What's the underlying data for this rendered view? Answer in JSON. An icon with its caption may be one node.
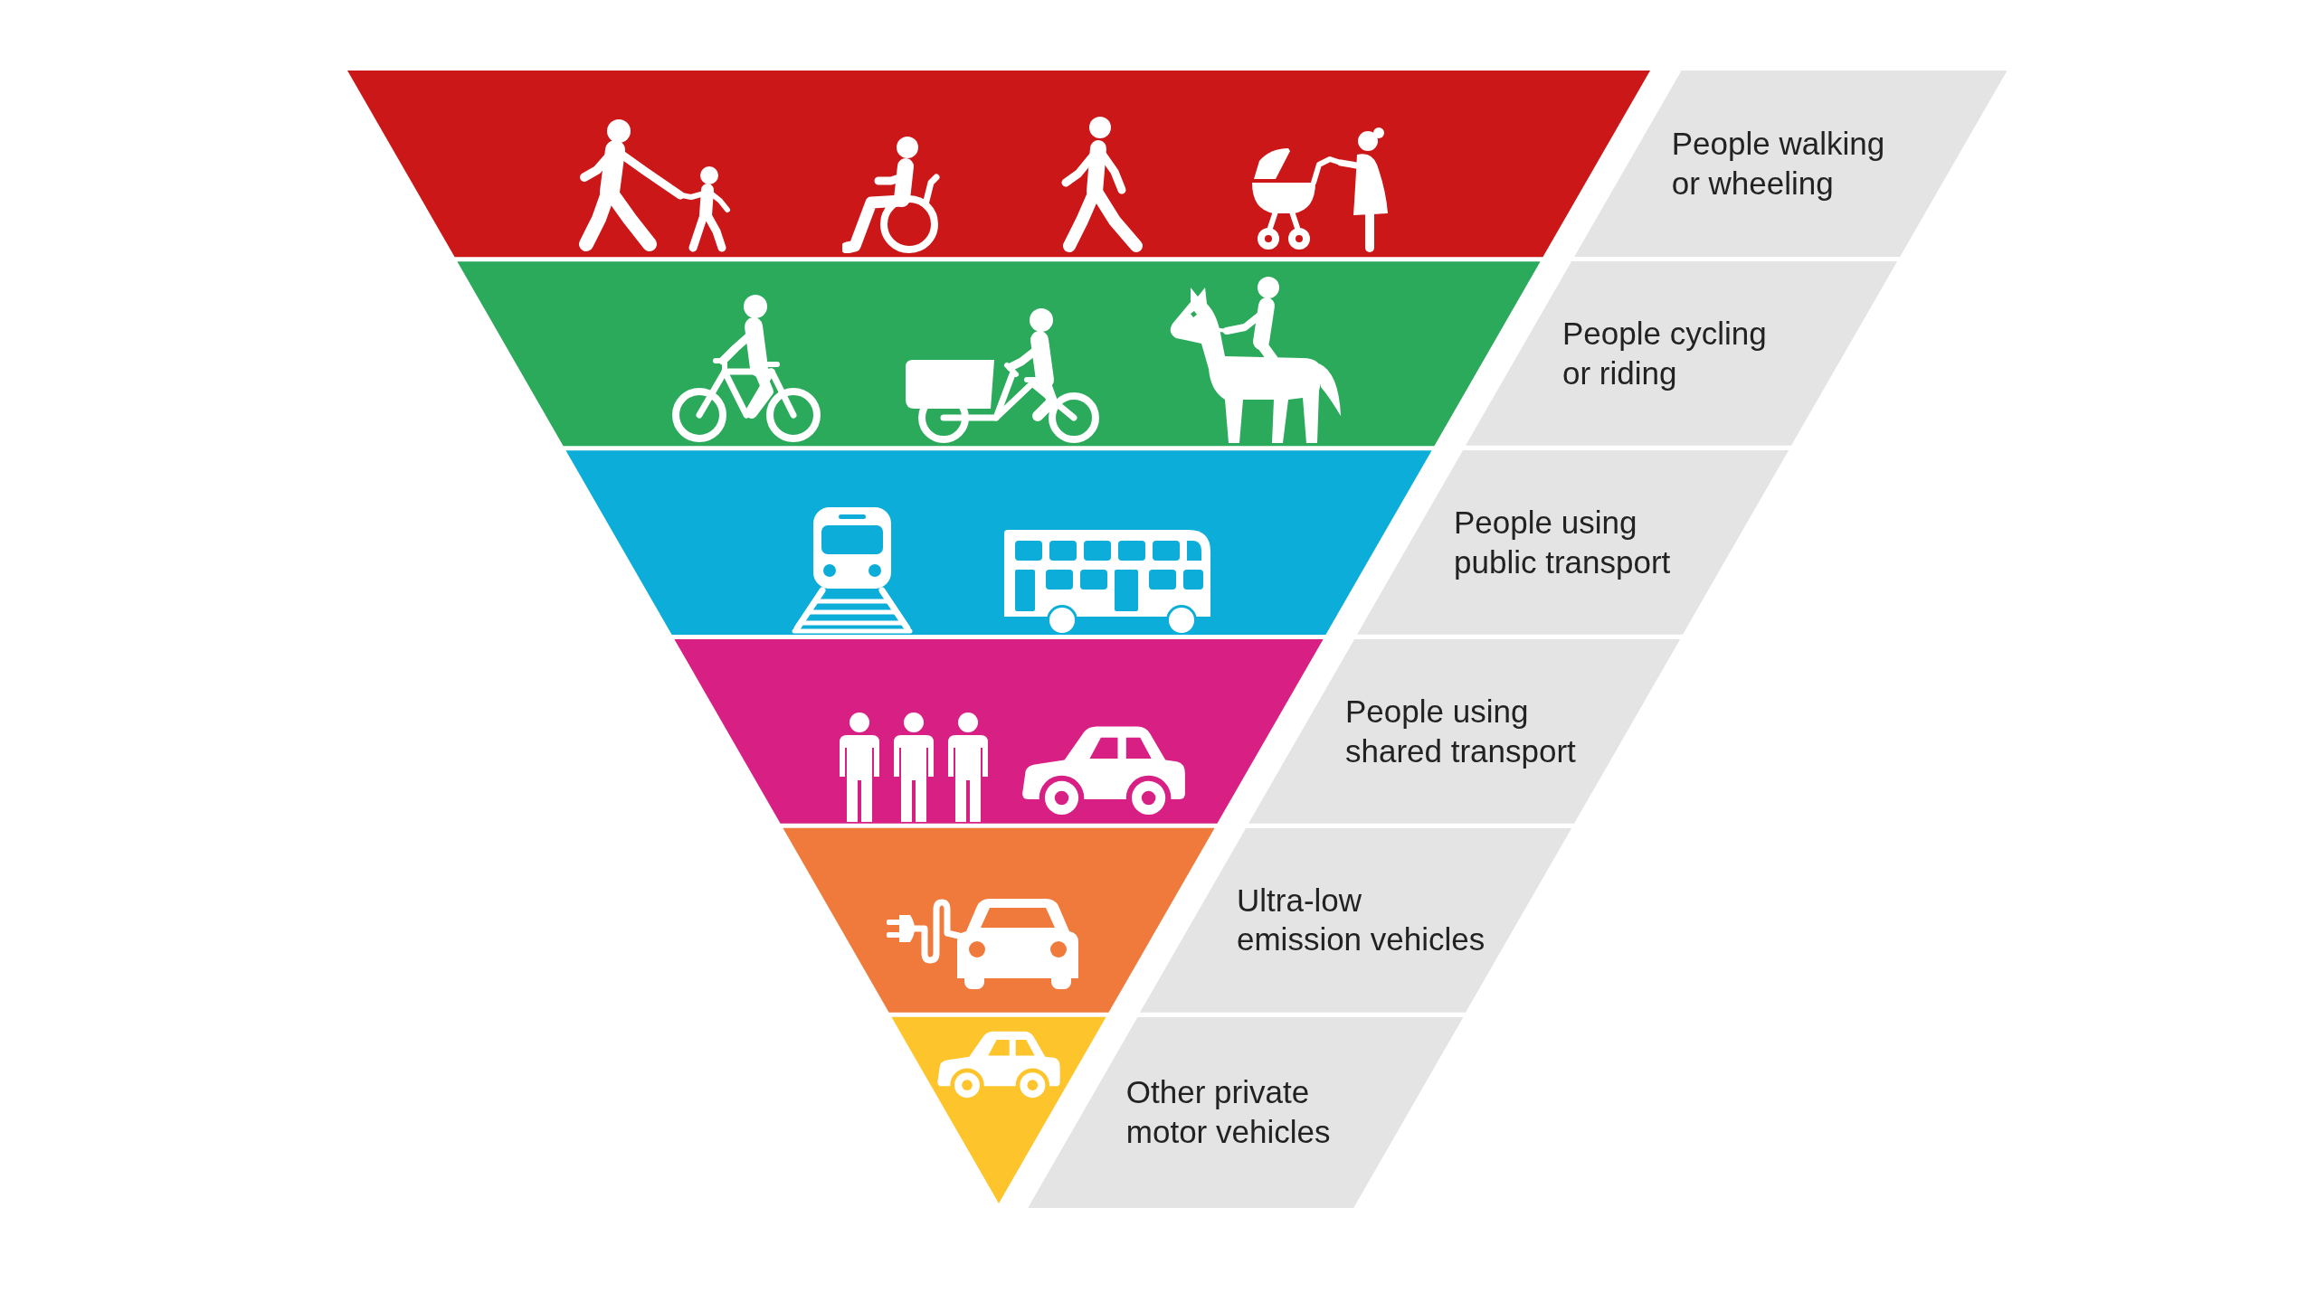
{
  "diagram": {
    "nodes": [
      {
        "text": [
          "People walking or wheeling"
        ]
      },
      {
        "text": [
          "People cycling or riding"
        ]
      },
      {
        "text": [
          "People using public transport"
        ]
      },
      {
        "text": [
          "People using shared transport"
        ]
      },
      {
        "text": [
          "Ultra-low emission vehicles"
        ]
      },
      {
        "text": [
          "Other private motor vehicles"
        ]
      }
    ]
  }
}
